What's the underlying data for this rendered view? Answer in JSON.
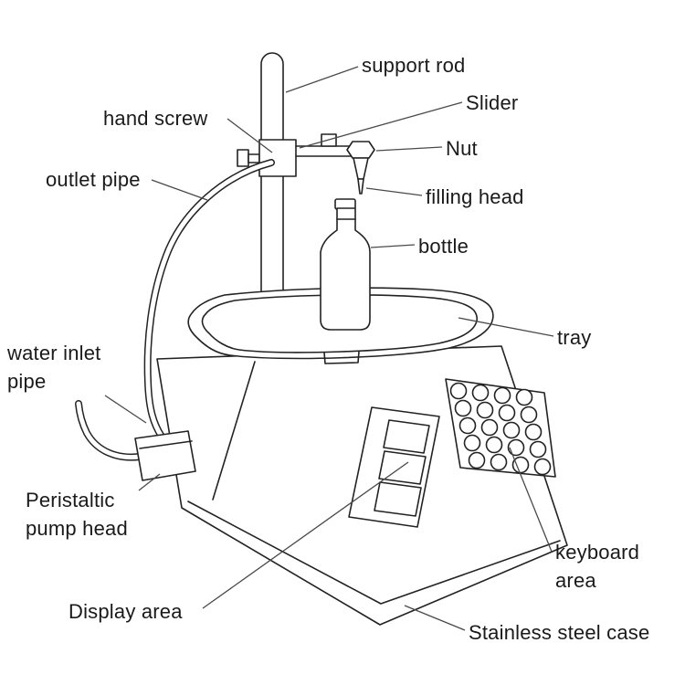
{
  "labels": {
    "support_rod": "support rod",
    "slider": "Slider",
    "hand_screw": "hand screw",
    "nut": "Nut",
    "outlet_pipe": "outlet pipe",
    "filling_head": "filling head",
    "bottle": "bottle",
    "tray": "tray",
    "water_inlet_pipe": {
      "line1": "water inlet",
      "line2": "pipe"
    },
    "peristaltic_pump_head": {
      "line1": "Peristaltic",
      "line2": "pump head"
    },
    "display_area": "Display area",
    "keyboard_area": {
      "line1": "keyboard",
      "line2": "area"
    },
    "stainless_steel_case": "Stainless steel case"
  },
  "colors": {
    "background": "#ffffff",
    "line": "#222222",
    "leader_line": "#4a4a4a",
    "label_text": "#1a1a1a"
  }
}
